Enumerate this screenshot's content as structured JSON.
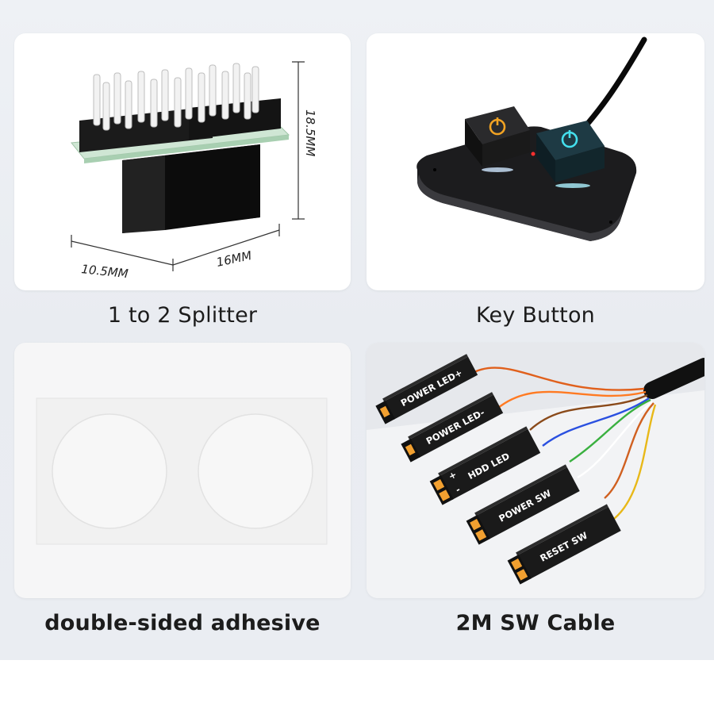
{
  "panels": [
    {
      "caption": "1 to 2 Splitter",
      "dimensions": {
        "height": "18.5MM",
        "width": "10.5MM",
        "depth": "16MM"
      }
    },
    {
      "caption": "Key Button"
    },
    {
      "caption": "double-sided adhesive"
    },
    {
      "caption": "2M SW Cable",
      "connectors": [
        "POWER LED+",
        "POWER LED-",
        "HDD LED",
        "POWER SW",
        "RESET SW"
      ],
      "hdd_polarity": [
        "+",
        "-"
      ]
    }
  ]
}
